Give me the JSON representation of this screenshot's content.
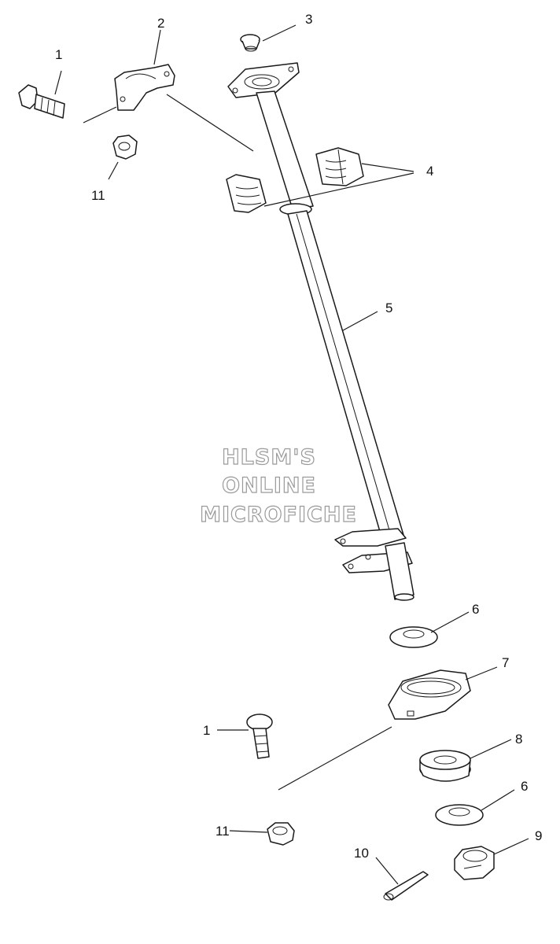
{
  "callouts": {
    "c1_top": "1",
    "c2": "2",
    "c3": "3",
    "c4": "4",
    "c5": "5",
    "c6_upper": "6",
    "c7": "7",
    "c1_bottom": "1",
    "c8": "8",
    "c6_lower": "6",
    "c9": "9",
    "c10": "10",
    "c11_top": "11",
    "c11_bottom": "11"
  },
  "watermark": {
    "line1": "HLSM'S",
    "line2": "ONLINE",
    "line3": "MICROFICHE"
  }
}
